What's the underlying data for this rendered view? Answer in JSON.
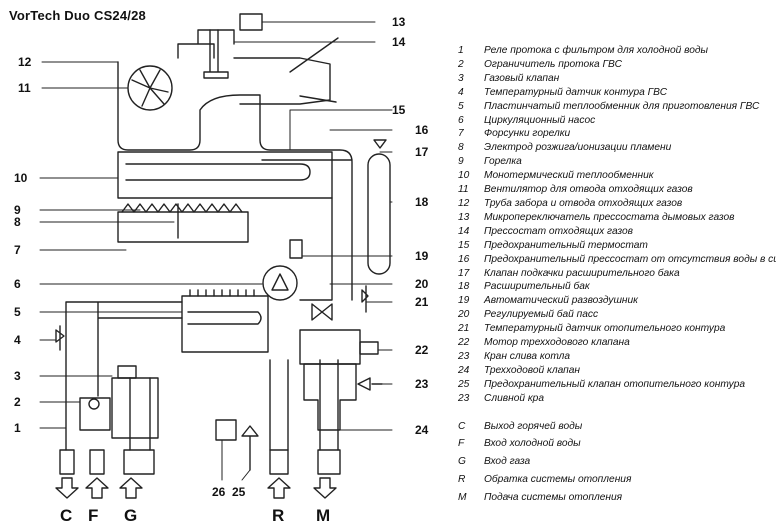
{
  "title": "VorTech Duo CS24/28",
  "callouts": [
    "1",
    "2",
    "3",
    "4",
    "5",
    "6",
    "7",
    "8",
    "9",
    "10",
    "11",
    "12",
    "13",
    "14",
    "15",
    "16",
    "17",
    "18",
    "19",
    "20",
    "21",
    "22",
    "23",
    "24",
    "25",
    "26"
  ],
  "connections": [
    "C",
    "F",
    "G",
    "R",
    "M"
  ],
  "legend": [
    {
      "num": "1",
      "text": "Реле протока с фильтром для холодной воды"
    },
    {
      "num": "2",
      "text": "Ограничитель протока ГВС"
    },
    {
      "num": "3",
      "text": "Газовый клапан"
    },
    {
      "num": "4",
      "text": "Температурный датчик контура ГВС"
    },
    {
      "num": "5",
      "text": "Пластинчатый теплообменник для приготовления ГВС"
    },
    {
      "num": "6",
      "text": "Циркуляционный насос"
    },
    {
      "num": "7",
      "text": "Форсунки горелки"
    },
    {
      "num": "8",
      "text": "Электрод розжига/ионизации пламени"
    },
    {
      "num": "9",
      "text": "Горелка"
    },
    {
      "num": "10",
      "text": "Монотермический теплообменник"
    },
    {
      "num": "11",
      "text": "Вентилятор для отвода отходящих газов"
    },
    {
      "num": "12",
      "text": "Труба забора и отвода отходящих газов"
    },
    {
      "num": "13",
      "text": "Микропереключатель прессостата дымовых газов"
    },
    {
      "num": "14",
      "text": "Прессостат отходящих газов"
    },
    {
      "num": "15",
      "text": "Предохранительный термостат"
    },
    {
      "num": "16",
      "text": "Предохранительный прессостат от отсутствия воды в системе"
    },
    {
      "num": "17",
      "text": "Клапан подкачки расширительного бака"
    },
    {
      "num": "18",
      "text": "Расширительный бак"
    },
    {
      "num": "19",
      "text": "Автоматический развоздушник"
    },
    {
      "num": "20",
      "text": "Регулируемый бай пасс"
    },
    {
      "num": "21",
      "text": "Температурный датчик отопительного контура"
    },
    {
      "num": "22",
      "text": "Мотор трехходового клапана"
    },
    {
      "num": "23",
      "text": "Кран слива котла"
    },
    {
      "num": "24",
      "text": "Трехходовой клапан"
    },
    {
      "num": "25",
      "text": "Предохранительный клапан отопительного контура"
    },
    {
      "num": "23",
      "text": "Сливной кра"
    }
  ],
  "connection_legend": [
    {
      "letter": "C",
      "text": "Выход горячей воды"
    },
    {
      "letter": "F",
      "text": "Вход холодной воды"
    },
    {
      "letter": "G",
      "text": "Вход газа"
    },
    {
      "letter": "R",
      "text": "Обратка системы отопления"
    },
    {
      "letter": "M",
      "text": "Подача системы отопления"
    }
  ]
}
